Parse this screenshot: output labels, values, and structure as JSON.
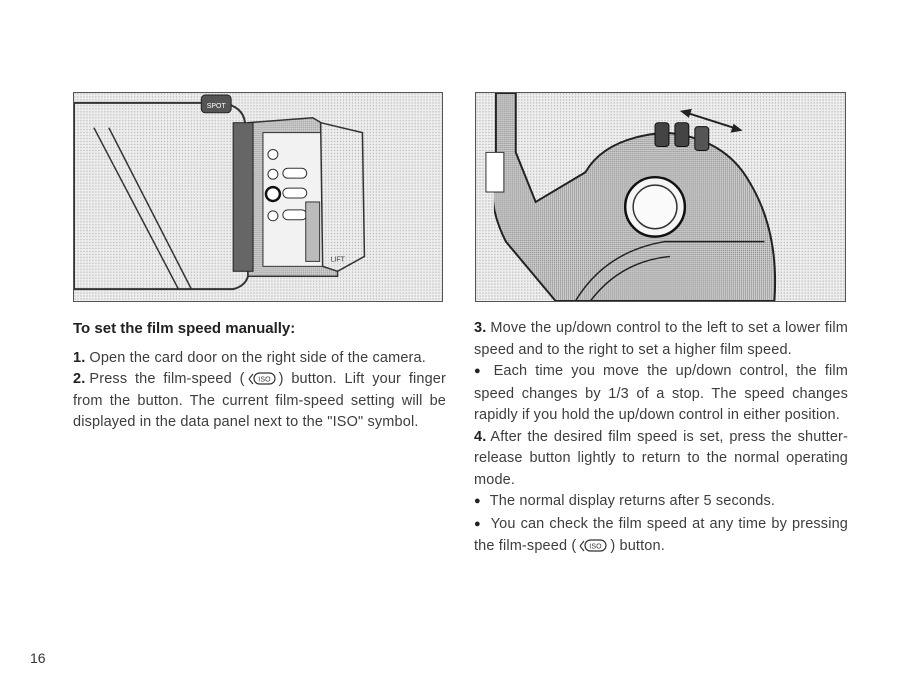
{
  "figures": {
    "left_spot_label": "SPOT",
    "left_lift_label": "LIFT"
  },
  "left": {
    "heading": "To set the film speed manually:",
    "step1_num": "1.",
    "step1_text": "Open the card door on the right side of the camera.",
    "step2_num": "2.",
    "step2_a": "Press the film-speed (",
    "step2_b": ") button. Lift your finger from the button. The current film-speed setting will be displayed in the data panel next to the \"ISO\" symbol."
  },
  "right": {
    "step3_num": "3.",
    "step3_text": "Move the up/down control to the left to set a lower film speed and to the right to set a higher film speed.",
    "bullet1": "Each time you move the up/down control, the film speed changes by 1/3 of a stop. The speed changes rapidly if you hold the up/down control in either position.",
    "step4_num": "4.",
    "step4_text": "After the desired film speed is set, press the shutter-release button lightly to return to the normal operating mode.",
    "bullet2": "The normal display returns after 5 seconds.",
    "bullet3_a": "You can check the film speed at any time by pressing the film-speed (",
    "bullet3_b": ") button."
  },
  "iso_icon_label": "ISO",
  "bullet_glyph": "●",
  "page_number": "16"
}
